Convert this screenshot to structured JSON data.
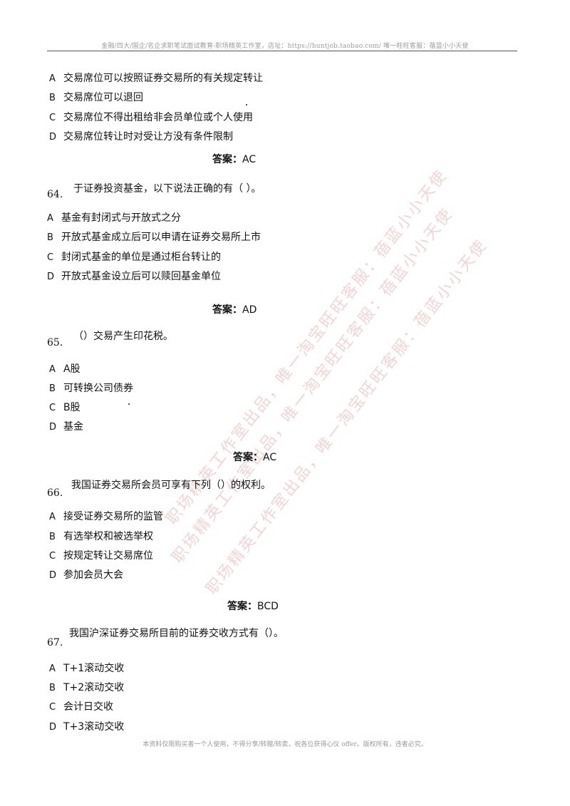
{
  "header": "金融/四大/国企/名企求职笔试面试教育-职场精英工作室，店址：https://huntjob.taobao.com/ 唯一旺旺客服：蓓蓝小小天使",
  "footer": "本资料仅限购买者一个人使用，不得分享/转赠/转卖，祝各位获得心仪 offer。版权所有，违者必究。",
  "watermark": "职场精英工作室出品，唯一淘宝旺旺客服：蓓蓝小小天使",
  "answer_label": "答案：",
  "q63": {
    "options": [
      {
        "letter": "A",
        "text": "交易席位可以按照证券交易所的有关规定转让"
      },
      {
        "letter": "B",
        "text": "交易席位可以退回"
      },
      {
        "letter": "C",
        "text": "交易席位不得出租给非会员单位或个人使用"
      },
      {
        "letter": "D",
        "text": "交易席位转让时对受让方没有条件限制"
      }
    ],
    "answer": "AC"
  },
  "q64": {
    "number": "64.",
    "text": "于证券投资基金，以下说法正确的有（ ）。",
    "options": [
      {
        "letter": "A",
        "text": "基金有封闭式与开放式之分"
      },
      {
        "letter": "B",
        "text": "开放式基金成立后可以申请在证券交易所上市"
      },
      {
        "letter": "C",
        "text": "封闭式基金的单位是通过柜台转让的"
      },
      {
        "letter": "D",
        "text": "开放式基金设立后可以赎回基金单位"
      }
    ],
    "answer": "AD"
  },
  "q65": {
    "number": "65.",
    "text": "（）交易产生印花税。",
    "options": [
      {
        "letter": "A",
        "text": "A股"
      },
      {
        "letter": "B",
        "text": "可转换公司债券"
      },
      {
        "letter": "C",
        "text": "B股"
      },
      {
        "letter": "D",
        "text": "基金"
      }
    ],
    "answer": "AC"
  },
  "q66": {
    "number": "66.",
    "text": "我国证券交易所会员可享有下列（）的权利。",
    "options": [
      {
        "letter": "A",
        "text": "接受证券交易所的监管"
      },
      {
        "letter": "B",
        "text": "有选举权和被选举权"
      },
      {
        "letter": "C",
        "text": "按规定转让交易席位"
      },
      {
        "letter": "D",
        "text": "参加会员大会"
      }
    ],
    "answer": "BCD"
  },
  "q67": {
    "number": "67.",
    "text": "我国沪深证券交易所目前的证券交收方式有（）。",
    "options": [
      {
        "letter": "A",
        "text": "T+1滚动交收"
      },
      {
        "letter": "B",
        "text": "T+2滚动交收"
      },
      {
        "letter": "C",
        "text": "会计日交收"
      },
      {
        "letter": "D",
        "text": "T+3滚动交收"
      }
    ]
  }
}
